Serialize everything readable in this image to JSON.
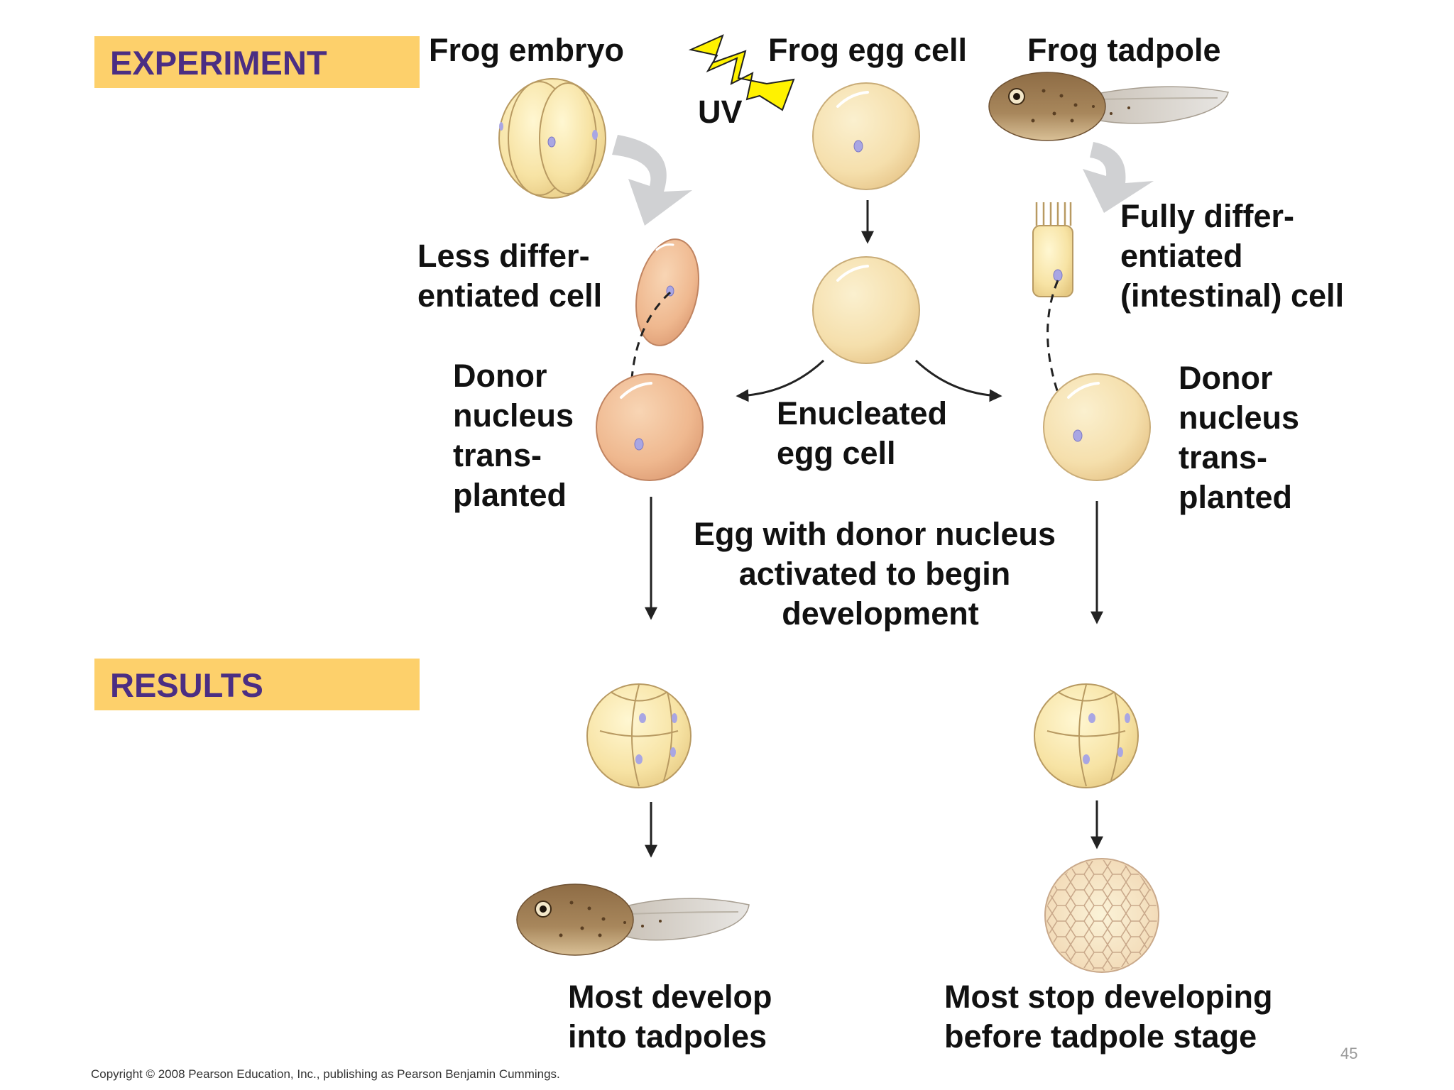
{
  "headers": {
    "experiment": "EXPERIMENT",
    "results": "RESULTS"
  },
  "labels": {
    "frog_embryo": "Frog embryo",
    "frog_egg_cell": "Frog egg cell",
    "frog_tadpole": "Frog tadpole",
    "uv": "UV",
    "less_diff_1": "Less differ-",
    "less_diff_2": "entiated cell",
    "fully_diff_1": "Fully differ-",
    "fully_diff_2": "entiated",
    "fully_diff_3": "(intestinal) cell",
    "donor_left_1": "Donor",
    "donor_left_2": "nucleus",
    "donor_left_3": "trans-",
    "donor_left_4": "planted",
    "donor_right_1": "Donor",
    "donor_right_2": "nucleus",
    "donor_right_3": "trans-",
    "donor_right_4": "planted",
    "enucleated_1": "Enucleated",
    "enucleated_2": "egg cell",
    "activated_1": "Egg with donor nucleus",
    "activated_2": "activated to begin",
    "activated_3": "development",
    "result_left_1": "Most develop",
    "result_left_2": "into tadpoles",
    "result_right_1": "Most stop developing",
    "result_right_2": "before tadpole stage"
  },
  "footer": {
    "copyright": "Copyright © 2008 Pearson Education, Inc., publishing as Pearson Benjamin Cummings.",
    "page_number": "45"
  },
  "colors": {
    "header_band": "#fdd06b",
    "header_text": "#4b2e83",
    "egg_fill": "#f6e2b0",
    "donor_egg_fill": "#eeb48f",
    "nucleus": "#a9a6e3",
    "gray_arrow": "#cfd0d2",
    "uv_bolt": "#fff200",
    "tadpole_body": "#a07f55"
  }
}
